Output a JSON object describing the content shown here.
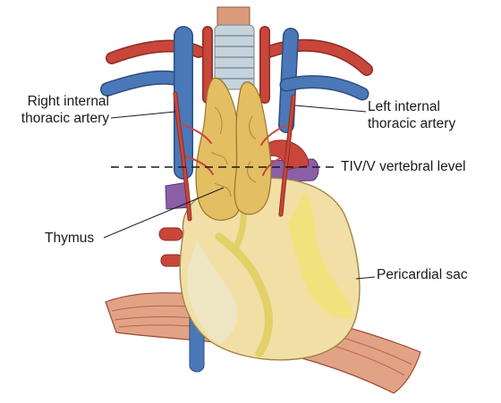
{
  "labels": {
    "right_ita_line1": "Right internal",
    "right_ita_line2": "thoracic artery",
    "left_ita_line1": "Left internal",
    "left_ita_line2": "thoracic artery",
    "vertebral_level": "TIV/V vertebral level",
    "thymus": "Thymus",
    "pericardial_sac": "Pericardial sac"
  },
  "colors": {
    "artery": "#c8463a",
    "vein": "#4a78b8",
    "thymus": "#e3be62",
    "pericardium": "#f1dfa6",
    "fat": "#f0e37a",
    "diaphragm": "#d98b6e",
    "trachea": "#c7d3dc"
  }
}
